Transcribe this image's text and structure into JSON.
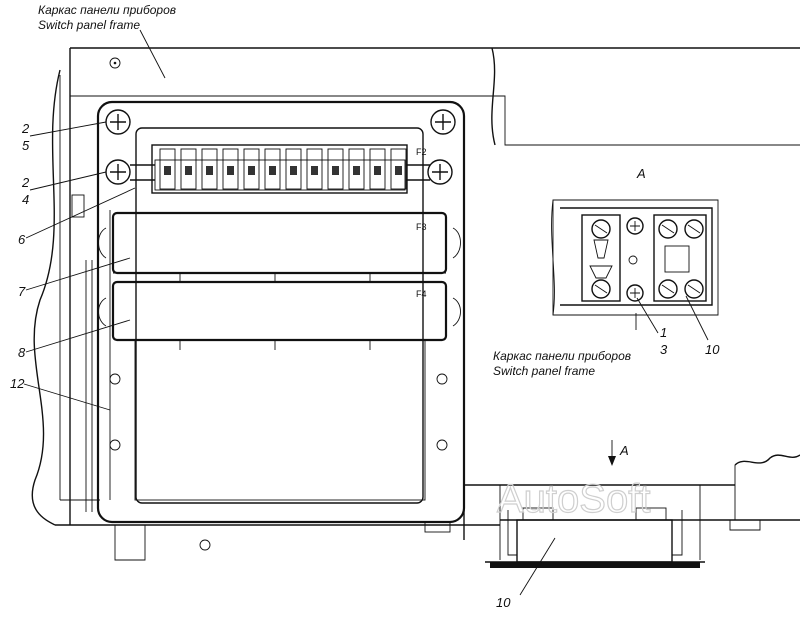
{
  "frame_caption_top": {
    "ru": "Каркас панели приборов",
    "en": "Switch panel frame"
  },
  "frame_caption_detail": {
    "ru": "Каркас панели приборов",
    "en": "Switch panel frame"
  },
  "view_label": "A",
  "view_arrow_label": "A",
  "fuse_labels": [
    "F2",
    "F3",
    "F4"
  ],
  "callouts_left": [
    "2",
    "5",
    "2",
    "4",
    "6",
    "7",
    "8",
    "12"
  ],
  "callouts_detail": [
    "1",
    "3",
    "10"
  ],
  "callout_bottom": "10",
  "watermark": "AutoSoft"
}
